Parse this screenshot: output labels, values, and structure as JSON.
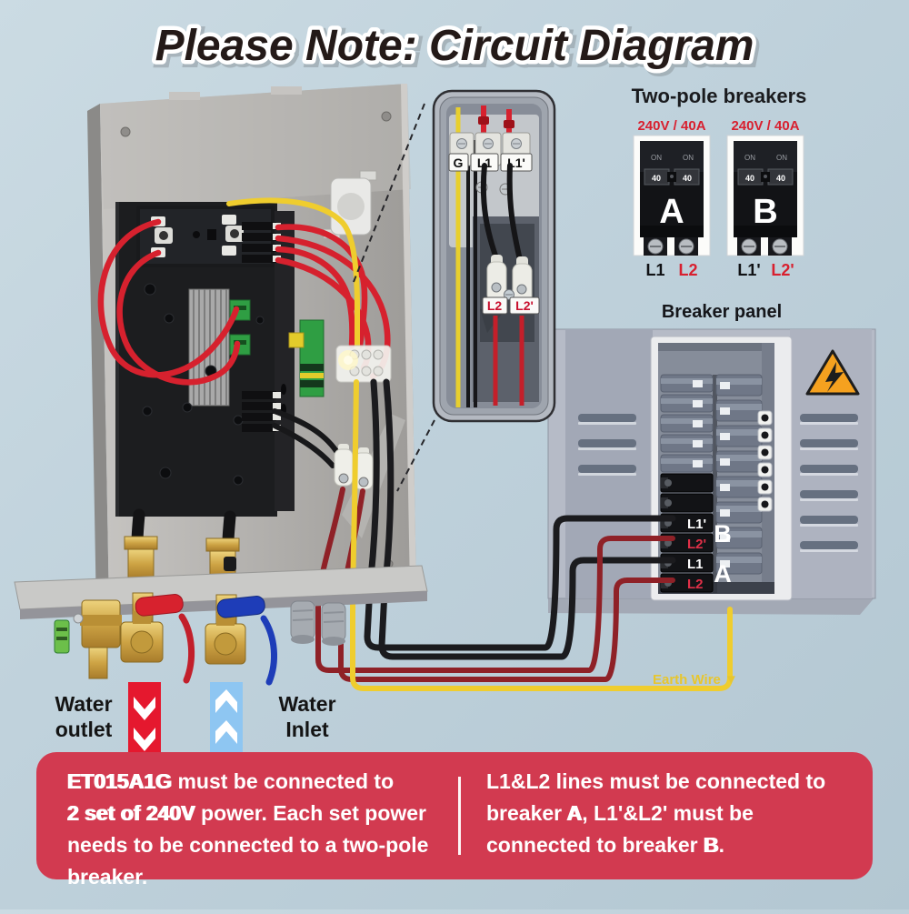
{
  "title": "Please Note: Circuit Diagram",
  "colors": {
    "background": "#c0d2dc",
    "title_text": "#241a18",
    "accent_red": "#d8202f",
    "note_box_bg": "#d23a50",
    "wire_red": "#d6212e",
    "wire_dark_red": "#8f2127",
    "wire_black": "#1b1b1e",
    "wire_yellow": "#efcd2e",
    "panel_gray": "#b6bbc7",
    "warning_orange": "#f5a11f",
    "water_hot_band": "#e5182e",
    "water_cold_band": "#8ec6f2"
  },
  "inset_box": {
    "terminal_g": "G",
    "terminal_l1": "L1",
    "terminal_l1p": "L1'",
    "terminal_l2": "L2",
    "terminal_l2p": "L2'"
  },
  "two_pole": {
    "heading": "Two-pole breakers",
    "rating_a": "240V / 40A",
    "rating_b": "240V / 40A",
    "on_label": "ON",
    "amp_label": "40",
    "breaker_a": {
      "letter": "A",
      "terminal_left": "L1",
      "terminal_right": "L2"
    },
    "breaker_b": {
      "letter": "B",
      "terminal_left": "L1'",
      "terminal_right": "L2'"
    }
  },
  "panel": {
    "heading": "Breaker panel",
    "breaker_b": {
      "letter": "B",
      "top": "L1'",
      "bottom": "L2'"
    },
    "breaker_a": {
      "letter": "A",
      "top": "L1",
      "bottom": "L2"
    }
  },
  "earth_wire_label": "Earth Wire ▼",
  "water_outlet_line1": "Water",
  "water_outlet_line2": "outlet",
  "water_inlet_line1": "Water",
  "water_inlet_line2": "Inlet",
  "note": {
    "left": {
      "bold1": "ET015A1G",
      "text1": " must be connected to",
      "bold2": "2 set of 240V",
      "text2": " power. Each set power",
      "line3": "needs to be connected to a two-pole",
      "line4": "breaker."
    },
    "right": {
      "line1": "L1&L2 lines must be connected to",
      "text2a": "breaker ",
      "bold2": "A",
      "text2b": ", L1'&L2'  must be",
      "text3a": "connected to breaker ",
      "bold3": "B",
      "text3b": "."
    }
  }
}
